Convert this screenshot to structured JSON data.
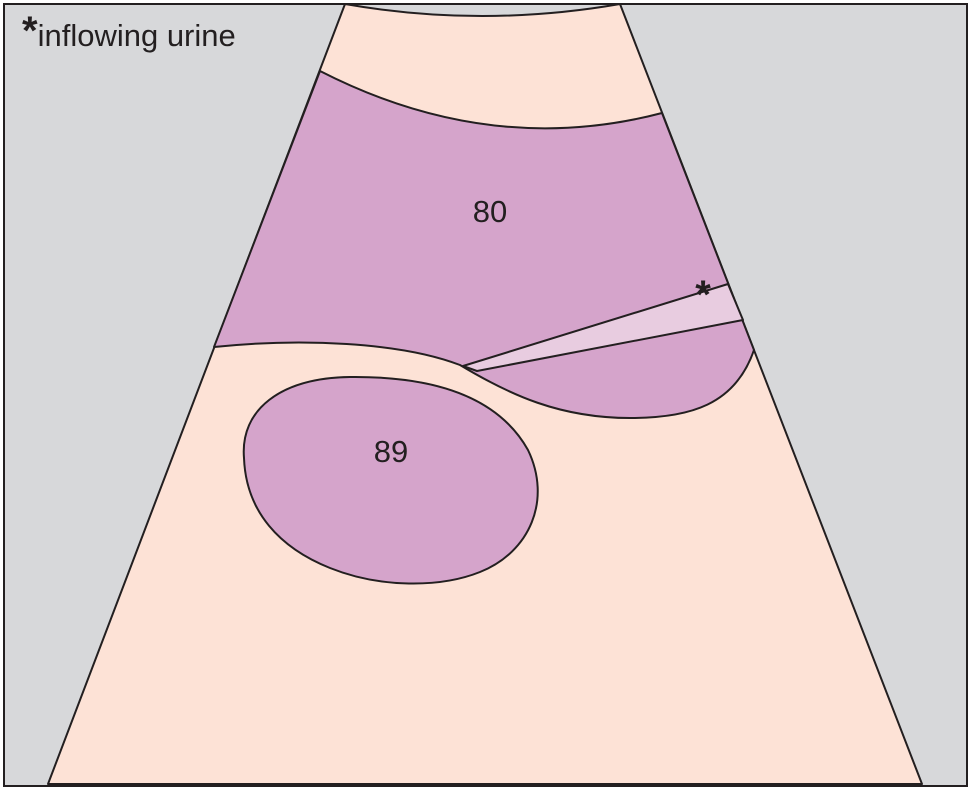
{
  "legend": {
    "symbol": "*",
    "text": "inflowing urine"
  },
  "labels": {
    "upper_region": "80",
    "lower_region": "89",
    "jet_marker": "*"
  },
  "colors": {
    "background": "#d7d8da",
    "fan_tissue": "#fde2d6",
    "structure": "#d5a4cb",
    "jet": "#e8cce0",
    "outline": "#231f20"
  }
}
